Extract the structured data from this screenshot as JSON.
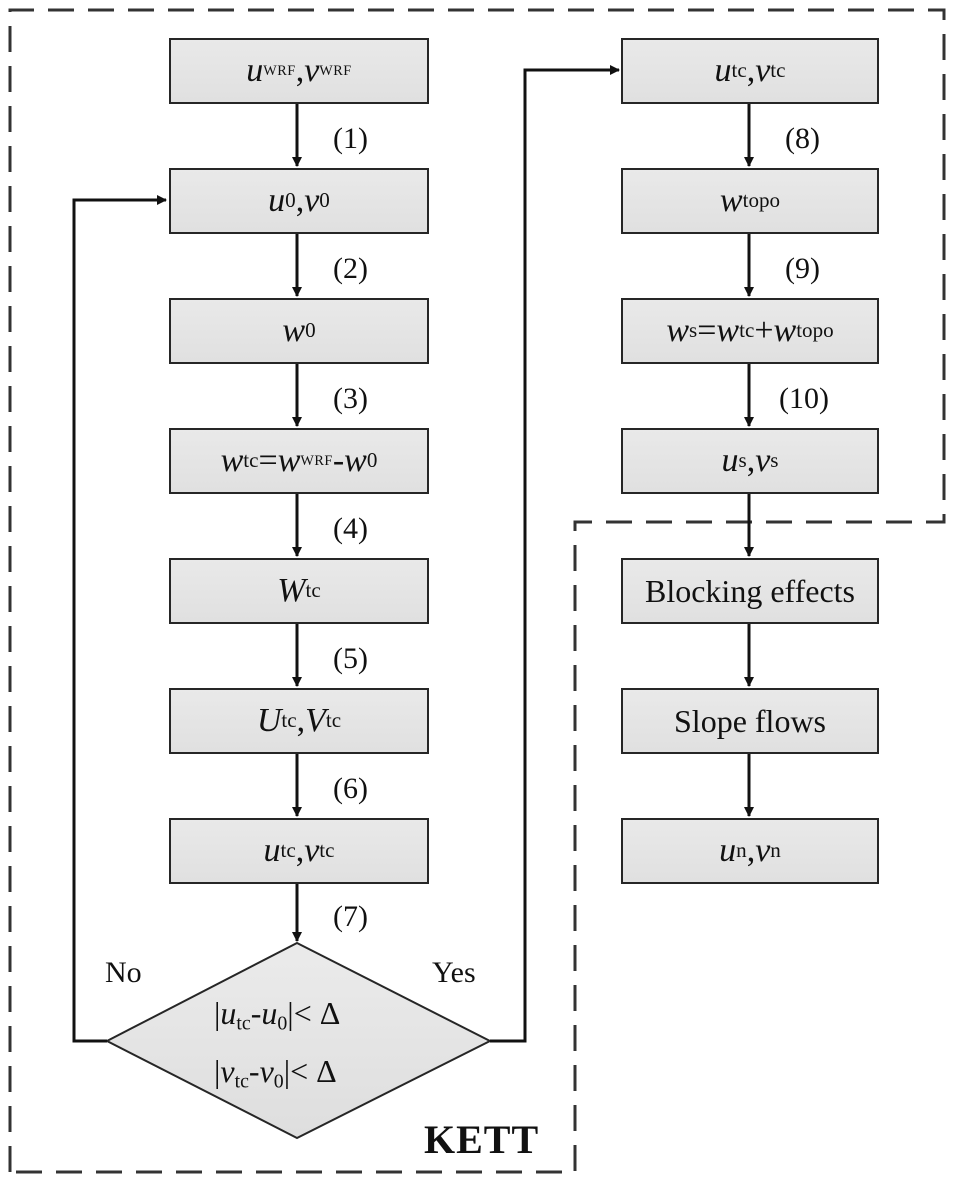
{
  "frame_label": "KETT",
  "boxes": {
    "uwrf": {
      "text": "uWRF, vWRF",
      "parts": [
        [
          "u",
          "i"
        ],
        [
          "WRF",
          "sc"
        ],
        [
          ", ",
          ""
        ],
        [
          "v",
          "i"
        ],
        [
          "WRF",
          "sc"
        ]
      ]
    },
    "u0": {
      "text": "u0, v0",
      "parts": [
        [
          "u",
          "i"
        ],
        [
          "0",
          "sub"
        ],
        [
          ", ",
          ""
        ],
        [
          "v",
          "i"
        ],
        [
          "0",
          "sub"
        ]
      ]
    },
    "w0": {
      "text": "w0",
      "parts": [
        [
          "w",
          "i"
        ],
        [
          "0",
          "sub"
        ]
      ]
    },
    "wtc": {
      "text": "wtc=wWRF - w0",
      "parts": [
        [
          "w",
          "i"
        ],
        [
          "tc",
          "sub"
        ],
        [
          "=",
          ""
        ],
        [
          "w",
          "i"
        ],
        [
          "WRF",
          "sc"
        ],
        [
          " - ",
          ""
        ],
        [
          "w",
          "i"
        ],
        [
          "0",
          "sub"
        ]
      ]
    },
    "Wtc": {
      "text": "Wtc",
      "parts": [
        [
          "W",
          "i"
        ],
        [
          "tc",
          "sub"
        ]
      ]
    },
    "UVtc": {
      "text": "Utc, Vtc",
      "parts": [
        [
          "U",
          "i"
        ],
        [
          "tc",
          "sub"
        ],
        [
          ", ",
          ""
        ],
        [
          "V",
          "i"
        ],
        [
          "tc",
          "sub"
        ]
      ]
    },
    "utc_left": {
      "text": "utc, vtc",
      "parts": [
        [
          "u",
          "i"
        ],
        [
          "tc",
          "sub"
        ],
        [
          ", ",
          ""
        ],
        [
          "v",
          "i"
        ],
        [
          "tc",
          "sub"
        ]
      ]
    },
    "utc_right": {
      "text": "utc, vtc",
      "parts": [
        [
          "u",
          "i"
        ],
        [
          "tc",
          "sub"
        ],
        [
          ", ",
          ""
        ],
        [
          "v",
          "i"
        ],
        [
          "tc",
          "sub"
        ]
      ]
    },
    "wtopo": {
      "text": "wtopo",
      "parts": [
        [
          "w",
          "i"
        ],
        [
          "topo",
          "sub"
        ]
      ]
    },
    "ws": {
      "text": "ws=wtc+wtopo",
      "parts": [
        [
          "w",
          "i"
        ],
        [
          "s",
          "sub"
        ],
        [
          "=",
          ""
        ],
        [
          "w",
          "i"
        ],
        [
          "tc",
          "sub"
        ],
        [
          "+",
          ""
        ],
        [
          "w",
          "i"
        ],
        [
          "topo",
          "sub"
        ]
      ]
    },
    "us": {
      "text": "us, vs",
      "parts": [
        [
          "u",
          "i"
        ],
        [
          "s",
          "sub"
        ],
        [
          ", ",
          ""
        ],
        [
          "v",
          "i"
        ],
        [
          "s",
          "sub"
        ]
      ]
    },
    "blocking": {
      "text": "Blocking effects"
    },
    "slope": {
      "text": "Slope flows"
    },
    "un": {
      "text": "un, vn",
      "parts": [
        [
          "u",
          "i"
        ],
        [
          "n",
          "sub"
        ],
        [
          ", ",
          ""
        ],
        [
          "v",
          "i"
        ],
        [
          "n",
          "sub"
        ]
      ]
    }
  },
  "steps": [
    "(1)",
    "(2)",
    "(3)",
    "(4)",
    "(5)",
    "(6)",
    "(7)",
    "(8)",
    "(9)",
    "(10)"
  ],
  "decision": {
    "line1": {
      "text": "|utc-u0|< Δ",
      "parts": [
        [
          "|",
          ""
        ],
        [
          "u",
          "i"
        ],
        [
          "tc",
          "sub"
        ],
        [
          "-",
          ""
        ],
        [
          "u",
          "i"
        ],
        [
          "0",
          "sub"
        ],
        [
          "|< Δ",
          ""
        ]
      ]
    },
    "line2": {
      "text": "|vtc-v0|< Δ",
      "parts": [
        [
          "|",
          ""
        ],
        [
          "v",
          "i"
        ],
        [
          "tc",
          "sub"
        ],
        [
          "-",
          ""
        ],
        [
          "v",
          "i"
        ],
        [
          "0",
          "sub"
        ],
        [
          "|< Δ",
          ""
        ]
      ]
    },
    "no_label": "No",
    "yes_label": "Yes"
  }
}
